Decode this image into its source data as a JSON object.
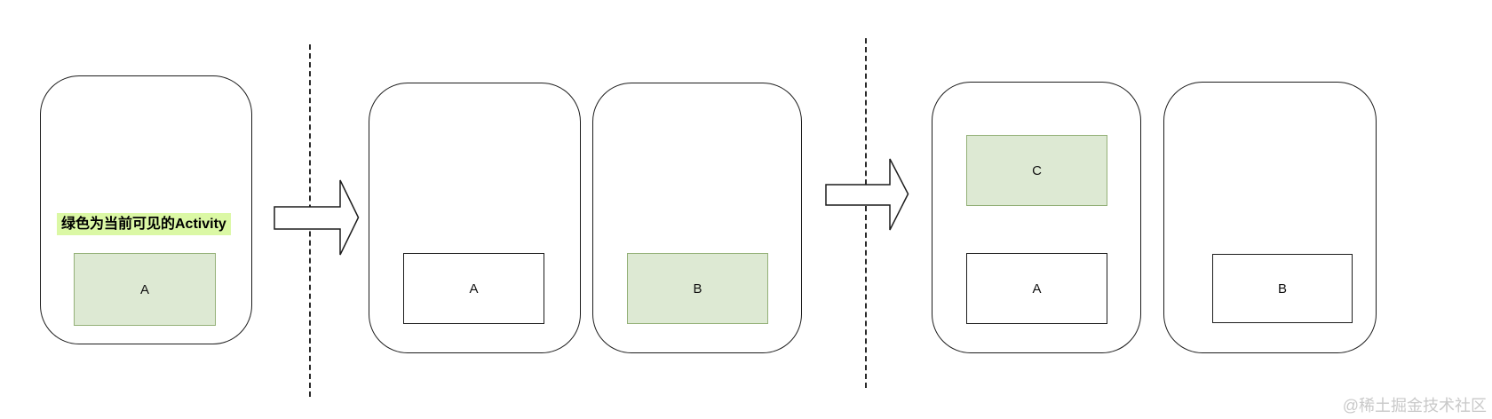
{
  "diagram": {
    "title_note": {
      "text": "绿色为当前可见的Activity",
      "highlight_color": "#dbf8a5"
    },
    "legend_colors": {
      "active_fill": "#dde9d3",
      "active_border": "#93b077",
      "inactive_fill": "#ffffff",
      "inactive_border": "#1c1c1c"
    },
    "stages": [
      {
        "name": "stage-1",
        "tasks": [
          {
            "activities": [
              {
                "label": "A",
                "active": true
              }
            ]
          }
        ]
      },
      {
        "name": "stage-2",
        "tasks": [
          {
            "activities": [
              {
                "label": "A",
                "active": false
              }
            ]
          },
          {
            "activities": [
              {
                "label": "B",
                "active": true
              }
            ]
          }
        ]
      },
      {
        "name": "stage-3",
        "tasks": [
          {
            "activities": [
              {
                "label": "C",
                "active": true
              },
              {
                "label": "A",
                "active": false
              }
            ]
          },
          {
            "activities": [
              {
                "label": "B",
                "active": false
              }
            ]
          }
        ]
      }
    ]
  },
  "watermark": {
    "text": "@稀土掘金技术社区",
    "color": "#c9c9c9"
  }
}
